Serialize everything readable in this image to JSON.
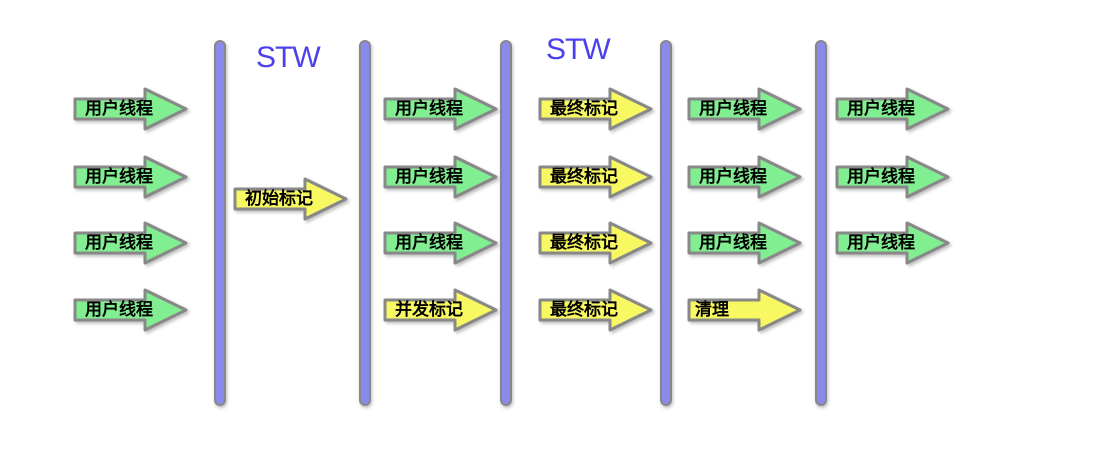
{
  "diagram": {
    "description": "CMS GC phases timeline diagram",
    "stw_labels": [
      {
        "text": "STW"
      },
      {
        "text": "STW"
      }
    ],
    "colors": {
      "arrow_green": "#82ee92",
      "arrow_yellow": "#f8f862",
      "bar_fill": "#8a8aec",
      "outline_gray": "#888888",
      "stw_text": "#4c41ee",
      "label_text": "#000000",
      "background": "#ffffff"
    },
    "arrows": [
      {
        "label": "用户线程",
        "color": "green"
      },
      {
        "label": "用户线程",
        "color": "green"
      },
      {
        "label": "用户线程",
        "color": "green"
      },
      {
        "label": "用户线程",
        "color": "green"
      },
      {
        "label": "初始标记",
        "color": "yellow"
      },
      {
        "label": "用户线程",
        "color": "green"
      },
      {
        "label": "用户线程",
        "color": "green"
      },
      {
        "label": "用户线程",
        "color": "green"
      },
      {
        "label": "并发标记",
        "color": "yellow"
      },
      {
        "label": "最终标记",
        "color": "yellow"
      },
      {
        "label": "最终标记",
        "color": "yellow"
      },
      {
        "label": "最终标记",
        "color": "yellow"
      },
      {
        "label": "最终标记",
        "color": "yellow"
      },
      {
        "label": "用户线程",
        "color": "green"
      },
      {
        "label": "用户线程",
        "color": "green"
      },
      {
        "label": "用户线程",
        "color": "green"
      },
      {
        "label": "清理",
        "color": "yellow"
      },
      {
        "label": "用户线程",
        "color": "green"
      },
      {
        "label": "用户线程",
        "color": "green"
      },
      {
        "label": "用户线程",
        "color": "green"
      }
    ]
  }
}
